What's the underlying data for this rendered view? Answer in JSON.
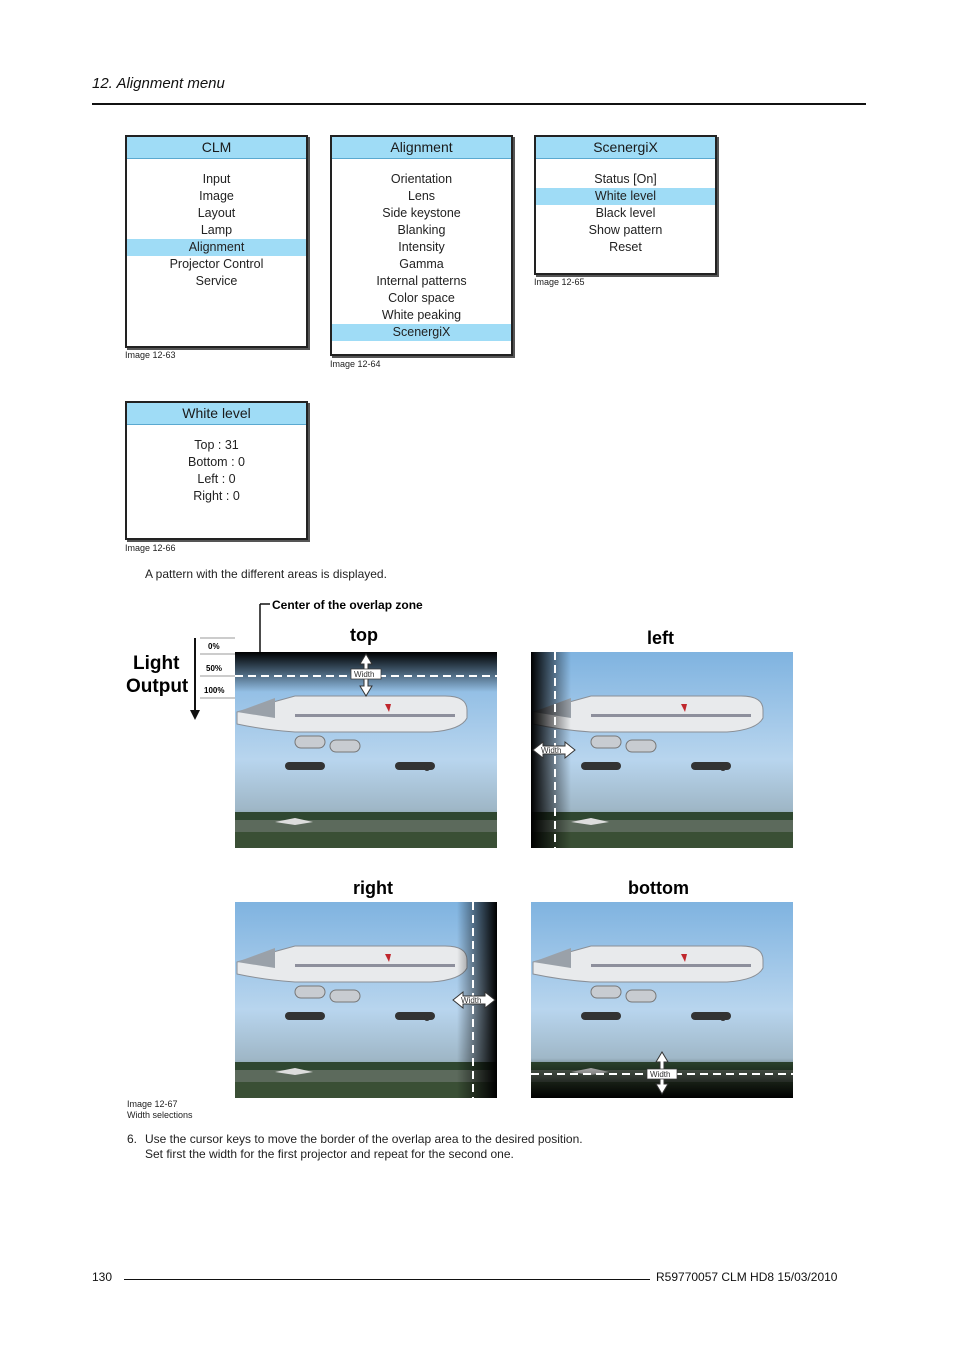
{
  "header": {
    "title": "12.  Alignment menu"
  },
  "menus": [
    {
      "title": "CLM",
      "items": [
        "Input",
        "Image",
        "Layout",
        "Lamp",
        "Alignment",
        "Projector Control",
        "Service"
      ],
      "selected": 4,
      "caption": "Image 12-63"
    },
    {
      "title": "Alignment",
      "items": [
        "Orientation",
        "Lens",
        "Side keystone",
        "Blanking",
        "Intensity",
        "Gamma",
        "Internal patterns",
        "Color space",
        "White peaking",
        "ScenergiX"
      ],
      "selected": 9,
      "caption": "Image 12-64"
    },
    {
      "title": "ScenergiX",
      "items": [
        "Status [On]",
        "White level",
        "Black level",
        "Show pattern",
        "Reset"
      ],
      "selected": 1,
      "caption": "Image 12-65"
    },
    {
      "title": "White level",
      "items": [
        "Top : 31",
        "Bottom : 0",
        "Left : 0",
        "Right : 0"
      ],
      "selected": -1,
      "caption": "Image 12-66"
    }
  ],
  "intro_text": "A pattern with the different areas is displayed.",
  "figure": {
    "center_label": "Center of the overlap zone",
    "light_output_line1": "Light",
    "light_output_line2": "Output",
    "scale": [
      "0%",
      "50%",
      "100%"
    ],
    "panels": {
      "top": "top",
      "left": "left",
      "right": "right",
      "bottom": "bottom"
    },
    "width_label": "Width",
    "caption_line1": "Image 12-67",
    "caption_line2": "Width selections"
  },
  "step": {
    "number": "6.",
    "line1": "Use the cursor keys to move the border of the overlap area to the desired position.",
    "line2": "Set first the width for the first projector and repeat for the second one."
  },
  "footer": {
    "page": "130",
    "ref": "R59770057   CLM HD8  15/03/2010"
  },
  "colors": {
    "menu_highlight": "#9fdcf6",
    "sky": "#8fbfe6"
  }
}
